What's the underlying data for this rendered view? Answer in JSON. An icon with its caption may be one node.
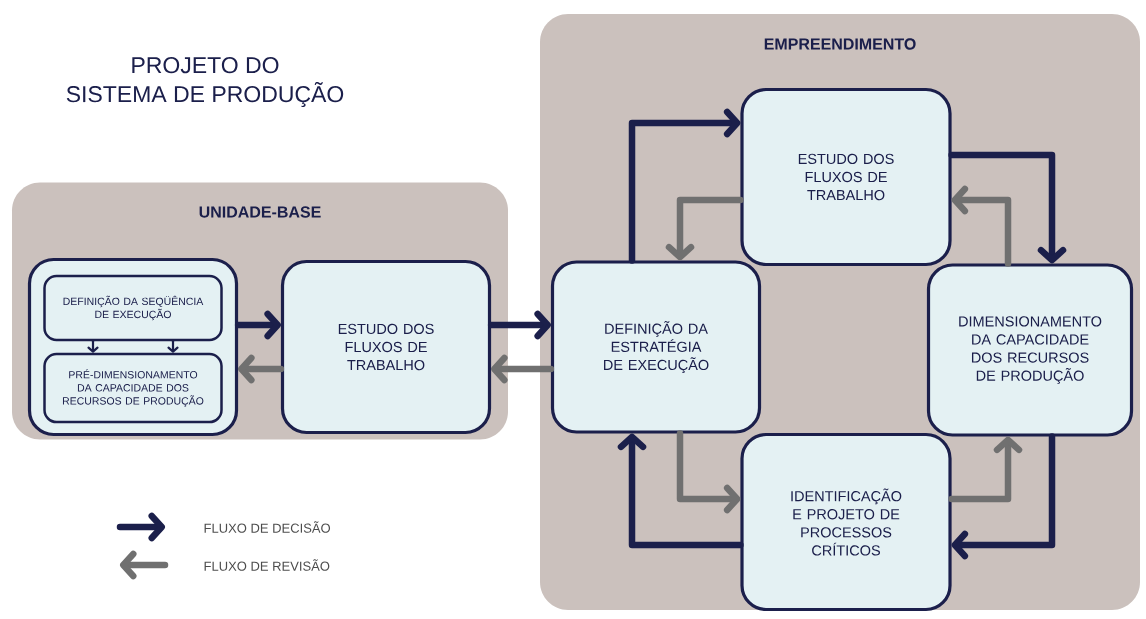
{
  "diagram": {
    "title": "PROJETO DO SISTEMA DE PRODUÇÃO",
    "nodes": [
      {
        "text": [
          "UNIDADE-BASE"
        ]
      },
      {
        "text": [],
        "shape": "box",
        "in": 0
      },
      {
        "text": [
          "DEFINIÇÃO DA SEQÜÊNCIA DE EXECUÇÃO"
        ],
        "in": 1
      },
      {
        "text": [
          "PRÉ-DIMENSIONAMENTO DA CAPACIDADE DOS RECURSOS DE PRODUÇÃO"
        ],
        "in": 1
      },
      {
        "text": [
          "ESTUDO DOS FLUXOS DE TRABALHO"
        ],
        "in": 0
      },
      {
        "text": [
          "EMPREENDIMENTO"
        ]
      },
      {
        "text": [
          "DEFINIÇÃO DA ESTRATÉGIA DE EXECUÇÃO"
        ],
        "in": 5
      },
      {
        "text": [
          "ESTUDO DOS FLUXOS DE TRABALHO"
        ],
        "in": 5
      },
      {
        "text": [
          "DIMENSIONAMENTO DA CAPACIDADE DOS RECURSOS DE PRODUÇÃO"
        ],
        "in": 5
      },
      {
        "text": [
          "IDENTIFICAÇÃO E PROJETO DE PROCESSOS CRÍTICOS"
        ],
        "in": 5
      }
    ],
    "edges": [
      {
        "from": 2,
        "to": 3,
        "arrow": "to"
      },
      {
        "from": 2,
        "to": 3,
        "arrow": "to"
      },
      {
        "from": 1,
        "to": 4,
        "arrow": "to"
      },
      {
        "from": 4,
        "to": 1,
        "arrow": "to",
        "color": "#707070"
      },
      {
        "from": 4,
        "to": 6,
        "arrow": "to"
      },
      {
        "from": 6,
        "to": 4,
        "arrow": "to",
        "color": "#707070"
      },
      {
        "from": 6,
        "to": 7,
        "arrow": "to"
      },
      {
        "from": 7,
        "to": 6,
        "arrow": "to",
        "color": "#707070"
      },
      {
        "from": 7,
        "to": 8,
        "arrow": "to"
      },
      {
        "from": 8,
        "to": 7,
        "arrow": "to",
        "color": "#707070"
      },
      {
        "from": 8,
        "to": 9,
        "arrow": "to"
      },
      {
        "from": 9,
        "to": 8,
        "arrow": "to",
        "color": "#707070"
      },
      {
        "from": 9,
        "to": 6,
        "arrow": "to"
      },
      {
        "from": 6,
        "to": 9,
        "arrow": "to",
        "color": "#707070"
      }
    ],
    "legend": [
      {
        "text": "FLUXO DE DECISÃO"
      },
      {
        "text": "FLUXO DE REVISÃO"
      }
    ]
  }
}
